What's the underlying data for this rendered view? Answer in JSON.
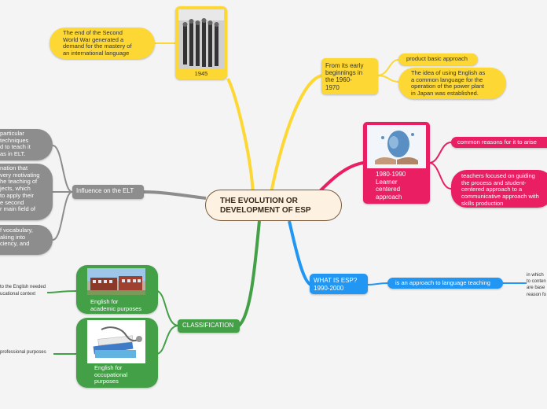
{
  "center": {
    "line1": "THE EVOLUTION OR",
    "line2": "DEVELOPMENT OF ESP"
  },
  "n1945": {
    "label": "1945",
    "note": [
      "The end of the Second",
      "World War generated a",
      "demand for the mastery of",
      "an international language"
    ]
  },
  "beginnings": {
    "label": [
      "From its early",
      "beginnings in",
      "the 1960-",
      "1970"
    ],
    "product": "product basic approach",
    "idea": [
      "The idea of using English as",
      "a common language for the",
      "operation of the power plant",
      "in Japan was established."
    ]
  },
  "learner": {
    "label": [
      "1980-1990",
      "Learner",
      "centered",
      "approach"
    ],
    "common": "common reasons for it to arise",
    "teachers": [
      "teachers focused on guiding",
      "the process and student-",
      "centered approach to a",
      "communicative approach with",
      "skills production"
    ]
  },
  "whatis": {
    "label": [
      "WHAT IS ESP?",
      "1990-2000"
    ],
    "approach": "is an approach to language teaching",
    "right": [
      "in which",
      "to conten",
      "are base",
      "reason fo"
    ]
  },
  "classification": {
    "label": "CLASSIFICATION",
    "eap": [
      "English for",
      "academic purposes"
    ],
    "eap_note": [
      "to the English needed",
      "ucational context"
    ],
    "eop": [
      "English for",
      "occupational",
      "purposes"
    ],
    "eop_note": "professional purposes"
  },
  "influence": {
    "label": "Influence on the ELT",
    "b1": [
      "particular",
      "techniques",
      "d to teach it",
      "as in ELT."
    ],
    "b2": [
      "nation that",
      "very motivating",
      "he teaching of",
      "jects, which",
      "to apply their",
      "e second",
      "r main field of"
    ],
    "b3": [
      "f vocabulary,",
      "aking into",
      "ciency, and"
    ]
  },
  "colors": {
    "yellow": "#fdd835",
    "pink": "#e91e63",
    "blue": "#2196f3",
    "green": "#43a047",
    "gray": "#8d8d8d"
  }
}
